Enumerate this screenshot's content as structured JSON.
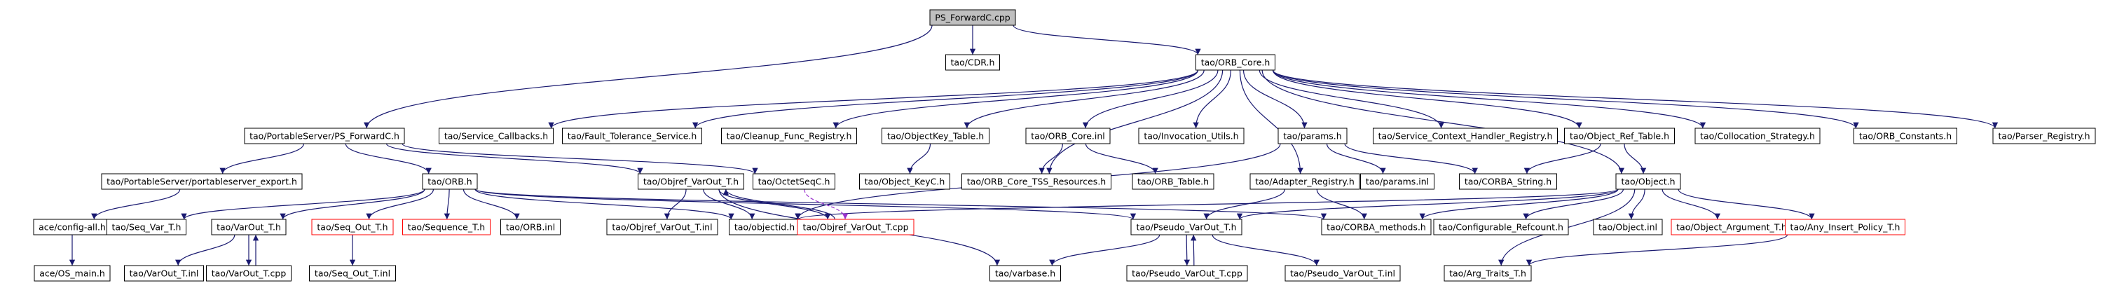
{
  "colors": {
    "background": "#ffffff",
    "edge": "#191970",
    "edge_dashed": "#9a32cd",
    "node_border": "#000000",
    "node_border_missing": "#ff0000",
    "root_fill": "#bfbfbf"
  },
  "nodes": [
    {
      "id": "n0",
      "label": "PS_ForwardC.cpp"
    },
    {
      "id": "n1",
      "label": "tao/CDR.h"
    },
    {
      "id": "n2",
      "label": "tao/ORB_Core.h"
    },
    {
      "id": "n3",
      "label": "tao/PortableServer/PS_ForwardC.h"
    },
    {
      "id": "n4",
      "label": "tao/Service_Callbacks.h"
    },
    {
      "id": "n5",
      "label": "tao/Fault_Tolerance_Service.h"
    },
    {
      "id": "n6",
      "label": "tao/Cleanup_Func_Registry.h"
    },
    {
      "id": "n7",
      "label": "tao/ObjectKey_Table.h"
    },
    {
      "id": "n8",
      "label": "tao/ORB_Core.inl"
    },
    {
      "id": "n9",
      "label": "tao/Invocation_Utils.h"
    },
    {
      "id": "n10",
      "label": "tao/params.h"
    },
    {
      "id": "n11",
      "label": "tao/Service_Context_Handler_Registry.h"
    },
    {
      "id": "n12",
      "label": "tao/Object_Ref_Table.h"
    },
    {
      "id": "n13",
      "label": "tao/Collocation_Strategy.h"
    },
    {
      "id": "n14",
      "label": "tao/ORB_Constants.h"
    },
    {
      "id": "n15",
      "label": "tao/Parser_Registry.h"
    },
    {
      "id": "n16",
      "label": "tao/PortableServer/portableserver_export.h"
    },
    {
      "id": "n17",
      "label": "tao/ORB.h"
    },
    {
      "id": "n18",
      "label": "tao/Objref_VarOut_T.h"
    },
    {
      "id": "n19",
      "label": "tao/OctetSeqC.h"
    },
    {
      "id": "n20",
      "label": "tao/Object_KeyC.h"
    },
    {
      "id": "n21",
      "label": "tao/ORB_Core_TSS_Resources.h"
    },
    {
      "id": "n22",
      "label": "tao/ORB_Table.h"
    },
    {
      "id": "n23",
      "label": "tao/Adapter_Registry.h"
    },
    {
      "id": "n24",
      "label": "tao/params.inl"
    },
    {
      "id": "n25",
      "label": "tao/CORBA_String.h"
    },
    {
      "id": "n26",
      "label": "tao/Object.h"
    },
    {
      "id": "n27",
      "label": "ace/config-all.h"
    },
    {
      "id": "n28",
      "label": "tao/Seq_Var_T.h"
    },
    {
      "id": "n29",
      "label": "tao/VarOut_T.h"
    },
    {
      "id": "n30",
      "label": "tao/Seq_Out_T.h",
      "missing": true
    },
    {
      "id": "n31",
      "label": "tao/Sequence_T.h",
      "missing": true
    },
    {
      "id": "n32",
      "label": "tao/ORB.inl"
    },
    {
      "id": "n33",
      "label": "tao/Objref_VarOut_T.inl"
    },
    {
      "id": "n34",
      "label": "tao/objectid.h"
    },
    {
      "id": "n35",
      "label": "tao/Objref_VarOut_T.cpp",
      "missing": true
    },
    {
      "id": "n36",
      "label": "tao/Pseudo_VarOut_T.h"
    },
    {
      "id": "n37",
      "label": "tao/CORBA_methods.h"
    },
    {
      "id": "n38",
      "label": "tao/Configurable_Refcount.h"
    },
    {
      "id": "n39",
      "label": "tao/Object.inl"
    },
    {
      "id": "n40",
      "label": "tao/Object_Argument_T.h",
      "missing": true
    },
    {
      "id": "n41",
      "label": "tao/Any_Insert_Policy_T.h",
      "missing": true
    },
    {
      "id": "n42",
      "label": "ace/OS_main.h"
    },
    {
      "id": "n43",
      "label": "tao/VarOut_T.inl"
    },
    {
      "id": "n44",
      "label": "tao/VarOut_T.cpp"
    },
    {
      "id": "n45",
      "label": "tao/Seq_Out_T.inl"
    },
    {
      "id": "n46",
      "label": "tao/varbase.h"
    },
    {
      "id": "n47",
      "label": "tao/Pseudo_VarOut_T.cpp"
    },
    {
      "id": "n48",
      "label": "tao/Pseudo_VarOut_T.inl"
    },
    {
      "id": "n49",
      "label": "tao/Arg_Traits_T.h"
    }
  ],
  "edges": [
    [
      "n0",
      "n1"
    ],
    [
      "n0",
      "n2"
    ],
    [
      "n0",
      "n3"
    ],
    [
      "n2",
      "n4"
    ],
    [
      "n2",
      "n5"
    ],
    [
      "n2",
      "n6"
    ],
    [
      "n2",
      "n7"
    ],
    [
      "n2",
      "n8"
    ],
    [
      "n2",
      "n9"
    ],
    [
      "n2",
      "n10"
    ],
    [
      "n2",
      "n11"
    ],
    [
      "n2",
      "n12"
    ],
    [
      "n2",
      "n13"
    ],
    [
      "n2",
      "n14"
    ],
    [
      "n2",
      "n15"
    ],
    [
      "n2",
      "n21"
    ],
    [
      "n2",
      "n23"
    ],
    [
      "n2",
      "n26"
    ],
    [
      "n3",
      "n16"
    ],
    [
      "n3",
      "n17"
    ],
    [
      "n3",
      "n18"
    ],
    [
      "n3",
      "n19"
    ],
    [
      "n7",
      "n20"
    ],
    [
      "n8",
      "n21"
    ],
    [
      "n8",
      "n22"
    ],
    [
      "n10",
      "n24"
    ],
    [
      "n10",
      "n25"
    ],
    [
      "n10",
      "n34"
    ],
    [
      "n12",
      "n25"
    ],
    [
      "n12",
      "n26"
    ],
    [
      "n16",
      "n27"
    ],
    [
      "n27",
      "n42"
    ],
    [
      "n17",
      "n28"
    ],
    [
      "n17",
      "n29"
    ],
    [
      "n17",
      "n30"
    ],
    [
      "n17",
      "n31"
    ],
    [
      "n17",
      "n32"
    ],
    [
      "n17",
      "n34"
    ],
    [
      "n17",
      "n36"
    ],
    [
      "n17",
      "n37"
    ],
    [
      "n18",
      "n33"
    ],
    [
      "n18",
      "n34"
    ],
    [
      "n18",
      "n35"
    ],
    [
      "n18",
      "n46"
    ],
    [
      "n23",
      "n36"
    ],
    [
      "n23",
      "n37"
    ],
    [
      "n26",
      "n34"
    ],
    [
      "n26",
      "n36"
    ],
    [
      "n26",
      "n37"
    ],
    [
      "n26",
      "n38"
    ],
    [
      "n26",
      "n39"
    ],
    [
      "n26",
      "n40"
    ],
    [
      "n26",
      "n41"
    ],
    [
      "n26",
      "n49"
    ],
    [
      "n29",
      "n43"
    ],
    [
      "n29",
      "n44"
    ],
    [
      "n44",
      "n29"
    ],
    [
      "n30",
      "n45"
    ],
    [
      "n35",
      "n18"
    ],
    [
      "n36",
      "n46"
    ],
    [
      "n36",
      "n47"
    ],
    [
      "n36",
      "n48"
    ],
    [
      "n47",
      "n36"
    ],
    [
      "n41",
      "n49"
    ]
  ],
  "dashed_edges": [
    [
      "n19",
      "n35"
    ]
  ]
}
